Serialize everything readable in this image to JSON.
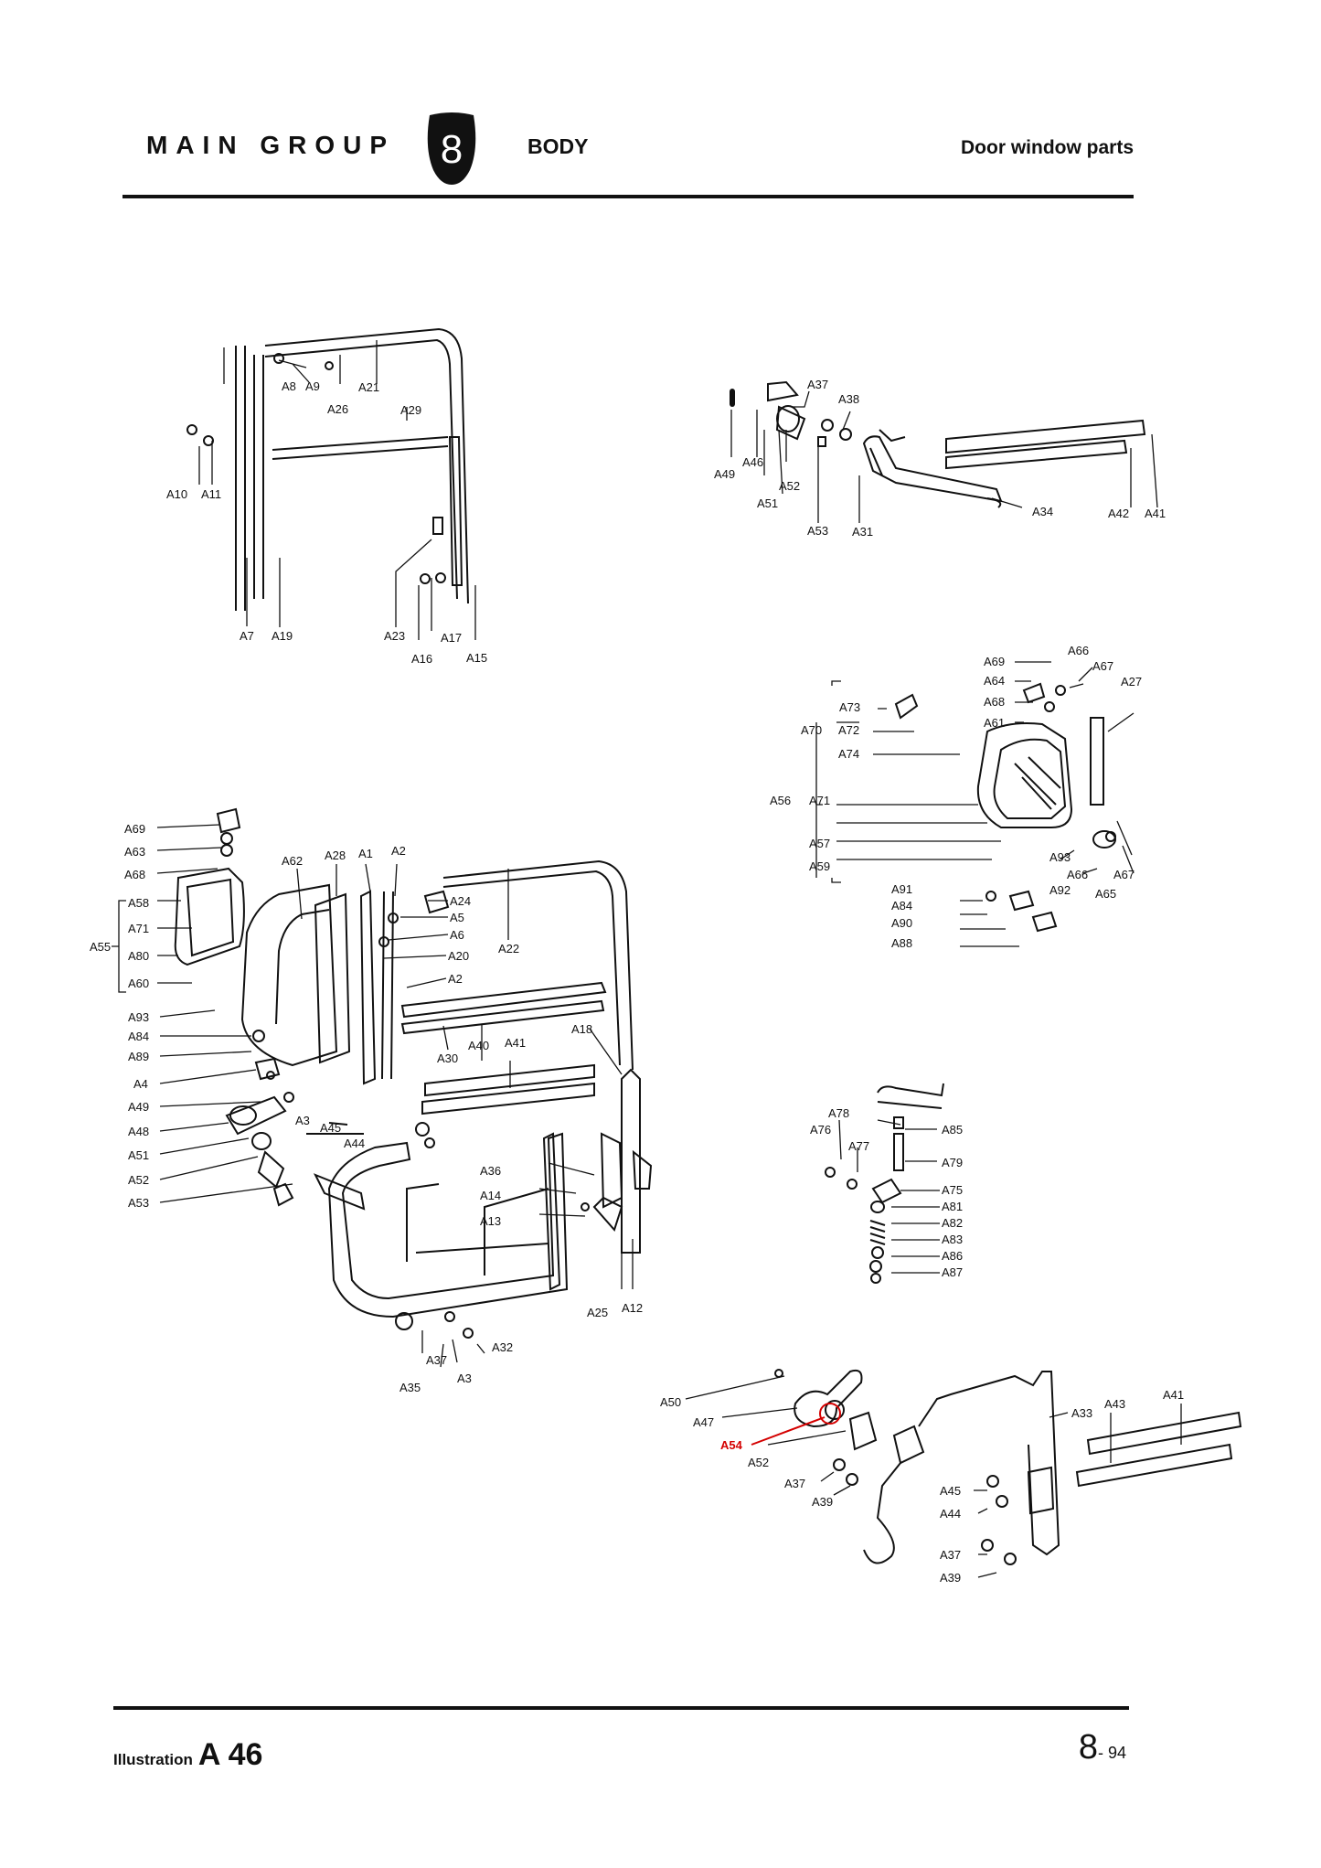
{
  "header": {
    "group_label": "MAIN GROUP",
    "group_number": "8",
    "section": "BODY",
    "title": "Door window parts"
  },
  "footer": {
    "illustration_word": "Illustration",
    "illustration_number": "A 46",
    "page_main": "8",
    "page_suffix": "- 94"
  },
  "labels": {
    "a7": "A7",
    "a8": "A8",
    "a9": "A9",
    "a10": "A10",
    "a11": "A11",
    "a15": "A15",
    "a16": "A16",
    "a17": "A17",
    "a19": "A19",
    "a21": "A21",
    "a23": "A23",
    "a26": "A26",
    "a29": "A29",
    "b31": "A31",
    "b34": "A34",
    "b37": "A37",
    "b38": "A38",
    "b41": "A41",
    "b42": "A42",
    "b46": "A46",
    "b49": "A49",
    "b51": "A51",
    "b52": "A52",
    "b53": "A53",
    "c27": "A27",
    "c56": "A56",
    "c57": "A57",
    "c59": "A59",
    "c61": "A61",
    "c64": "A64",
    "c65": "A65",
    "c66": "A66",
    "c66b": "A66",
    "c67": "A67",
    "c67b": "A67",
    "c68": "A68",
    "c69": "A69",
    "c70": "A70",
    "c71": "A71",
    "c72": "A72",
    "c73": "A73",
    "c74": "A74",
    "c84": "A84",
    "c88": "A88",
    "c90": "A90",
    "c91": "A91",
    "c92": "A92",
    "c93": "A93",
    "d1": "A1",
    "d2": "A2",
    "d2b": "A2",
    "d3": "A3",
    "d3b": "A3",
    "d4": "A4",
    "d5": "A5",
    "d6": "A6",
    "d12": "A12",
    "d13": "A13",
    "d14": "A14",
    "d18": "A18",
    "d20": "A20",
    "d22": "A22",
    "d24": "A24",
    "d25": "A25",
    "d28": "A28",
    "d30": "A30",
    "d32": "A32",
    "d35": "A35",
    "d36": "A36",
    "d37": "A37",
    "d40": "A40",
    "d41": "A41",
    "d44": "A44",
    "d45": "A45",
    "d48": "A48",
    "d49": "A49",
    "d51": "A51",
    "d52": "A52",
    "d53": "A53",
    "d55": "A55",
    "d58": "A58",
    "d60": "A60",
    "d62": "A62",
    "d63": "A63",
    "d68": "A68",
    "d69": "A69",
    "d71": "A71",
    "d80": "A80",
    "d84": "A84",
    "d89": "A89",
    "d93": "A93",
    "e75": "A75",
    "e76": "A76",
    "e77": "A77",
    "e78": "A78",
    "e79": "A79",
    "e81": "A81",
    "e82": "A82",
    "e83": "A83",
    "e85": "A85",
    "e86": "A86",
    "e87": "A87",
    "f33": "A33",
    "f37": "A37",
    "f37b": "A37",
    "f39": "A39",
    "f39b": "A39",
    "f41": "A41",
    "f43": "A43",
    "f44": "A44",
    "f45": "A45",
    "f47": "A47",
    "f50": "A50",
    "f52": "A52",
    "f54": "A54"
  }
}
